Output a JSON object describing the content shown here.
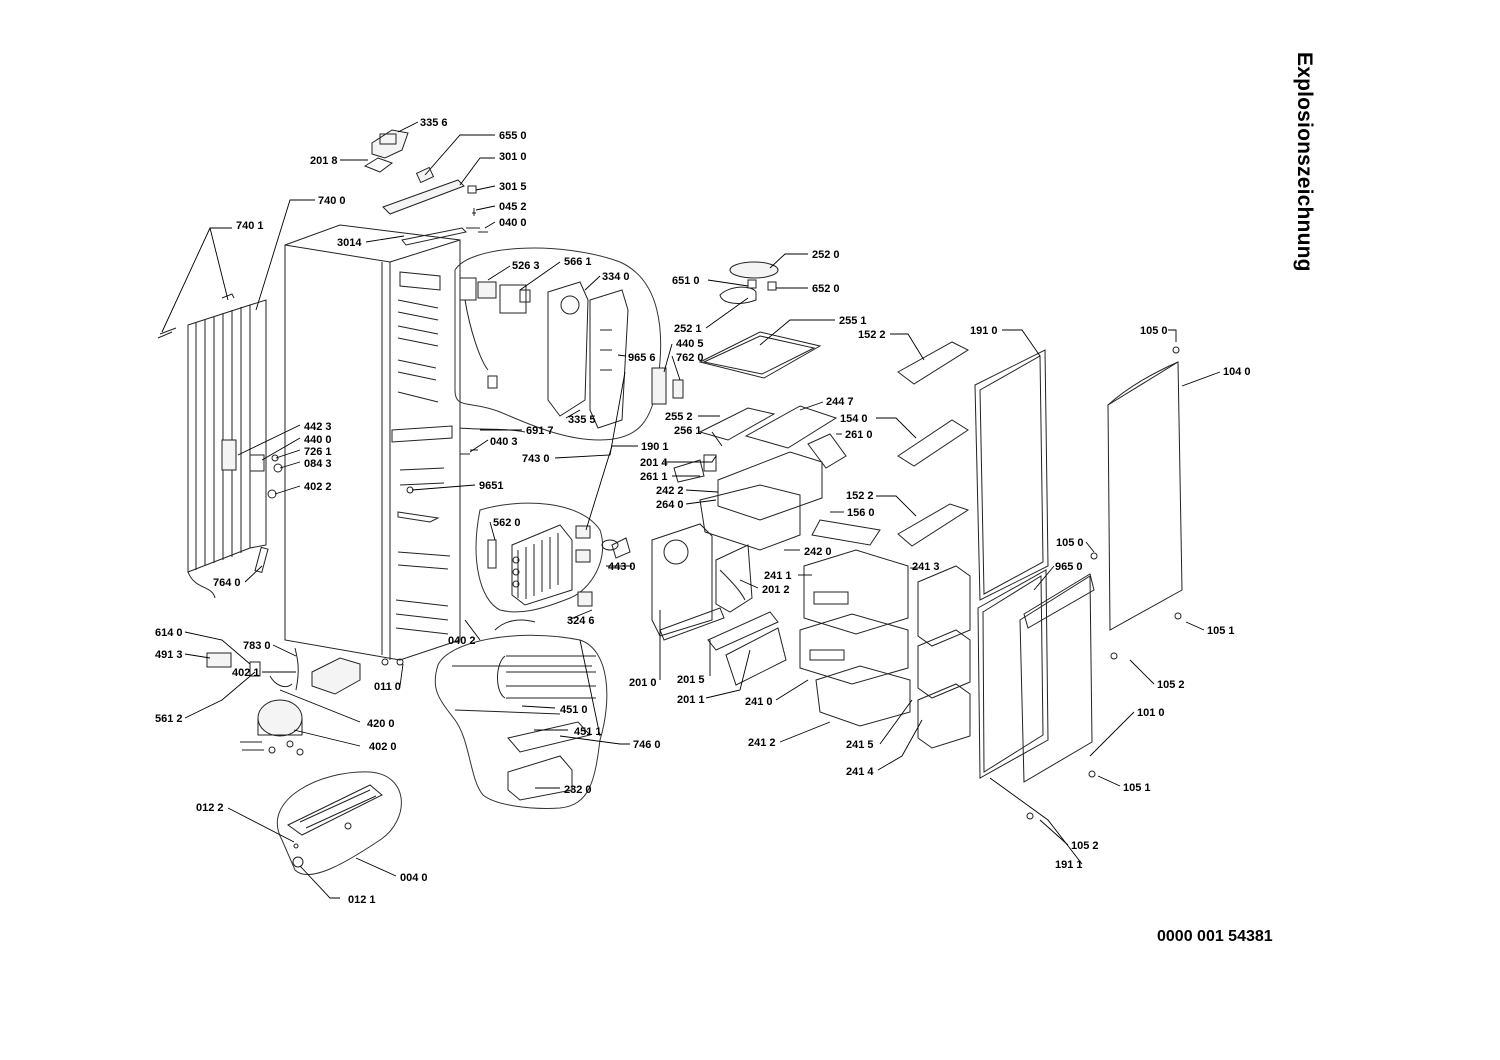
{
  "title": "Explosionszeichnung",
  "document_number": "0000 001 54381",
  "labels": {
    "l3356": "335 6",
    "l6550": "655 0",
    "l2018": "201 8",
    "l3010": "301 0",
    "l3015": "301 5",
    "l0452": "045 2",
    "l0400": "040 0",
    "l7400": "740 0",
    "l7401": "740 1",
    "l3014": "3014",
    "l5263": "526 3",
    "l5661": "566 1",
    "l3340": "334 0",
    "l9656": "965 6",
    "l3355": "335 5",
    "l4405": "440 5",
    "l7620": "762 0",
    "l6917": "691 7",
    "l0403": "040 3",
    "l7430": "743 0",
    "l4423": "442 3",
    "l4400": "440 0",
    "l7261": "726 1",
    "l0843": "084 3",
    "l4022": "402 2",
    "l9651": "9651",
    "l5620": "562 0",
    "l7640": "764 0",
    "l6140": "614 0",
    "l7830": "783 0",
    "l4913": "491 3",
    "l4021": "402 1",
    "l0402": "040 2",
    "l0110": "011 0",
    "l5612": "561 2",
    "l4200": "420 0",
    "l4020": "402 0",
    "l4510": "451 0",
    "l4511": "451 1",
    "l7460": "746 0",
    "l2320": "232 0",
    "l0122": "012 2",
    "l0040": "004 0",
    "l0121": "012 1",
    "l2520": "252 0",
    "l6510": "651 0",
    "l6520": "652 0",
    "l2521": "252 1",
    "l2551": "255 1",
    "l2552": "255 2",
    "l2561": "256 1",
    "l2447": "244 7",
    "l2610": "261 0",
    "l1901": "190 1",
    "l2014": "201 4",
    "l2611": "261 1",
    "l2422": "242 2",
    "l2640": "264 0",
    "l1560": "156 0",
    "l2420": "242 0",
    "l4430": "443 0",
    "l3246": "324 6",
    "l2411": "241 1",
    "l2012": "201 2",
    "l2010": "201 0",
    "l2015": "201 5",
    "l2011": "201 1",
    "l2410": "241 0",
    "l2412": "241 2",
    "l2415": "241 5",
    "l2414": "241 4",
    "l2413": "241 3",
    "l1522a": "152 2",
    "l1540": "154 0",
    "l1522b": "152 2",
    "l1910": "191 0",
    "l9650": "965 0",
    "l1911": "191  1",
    "l1050a": "105 0",
    "l1040": "104 0",
    "l1050b": "105 0",
    "l1051a": "105 1",
    "l1052a": "105 2",
    "l1010": "101 0",
    "l1051b": "105 1",
    "l1052b": "105 2"
  }
}
